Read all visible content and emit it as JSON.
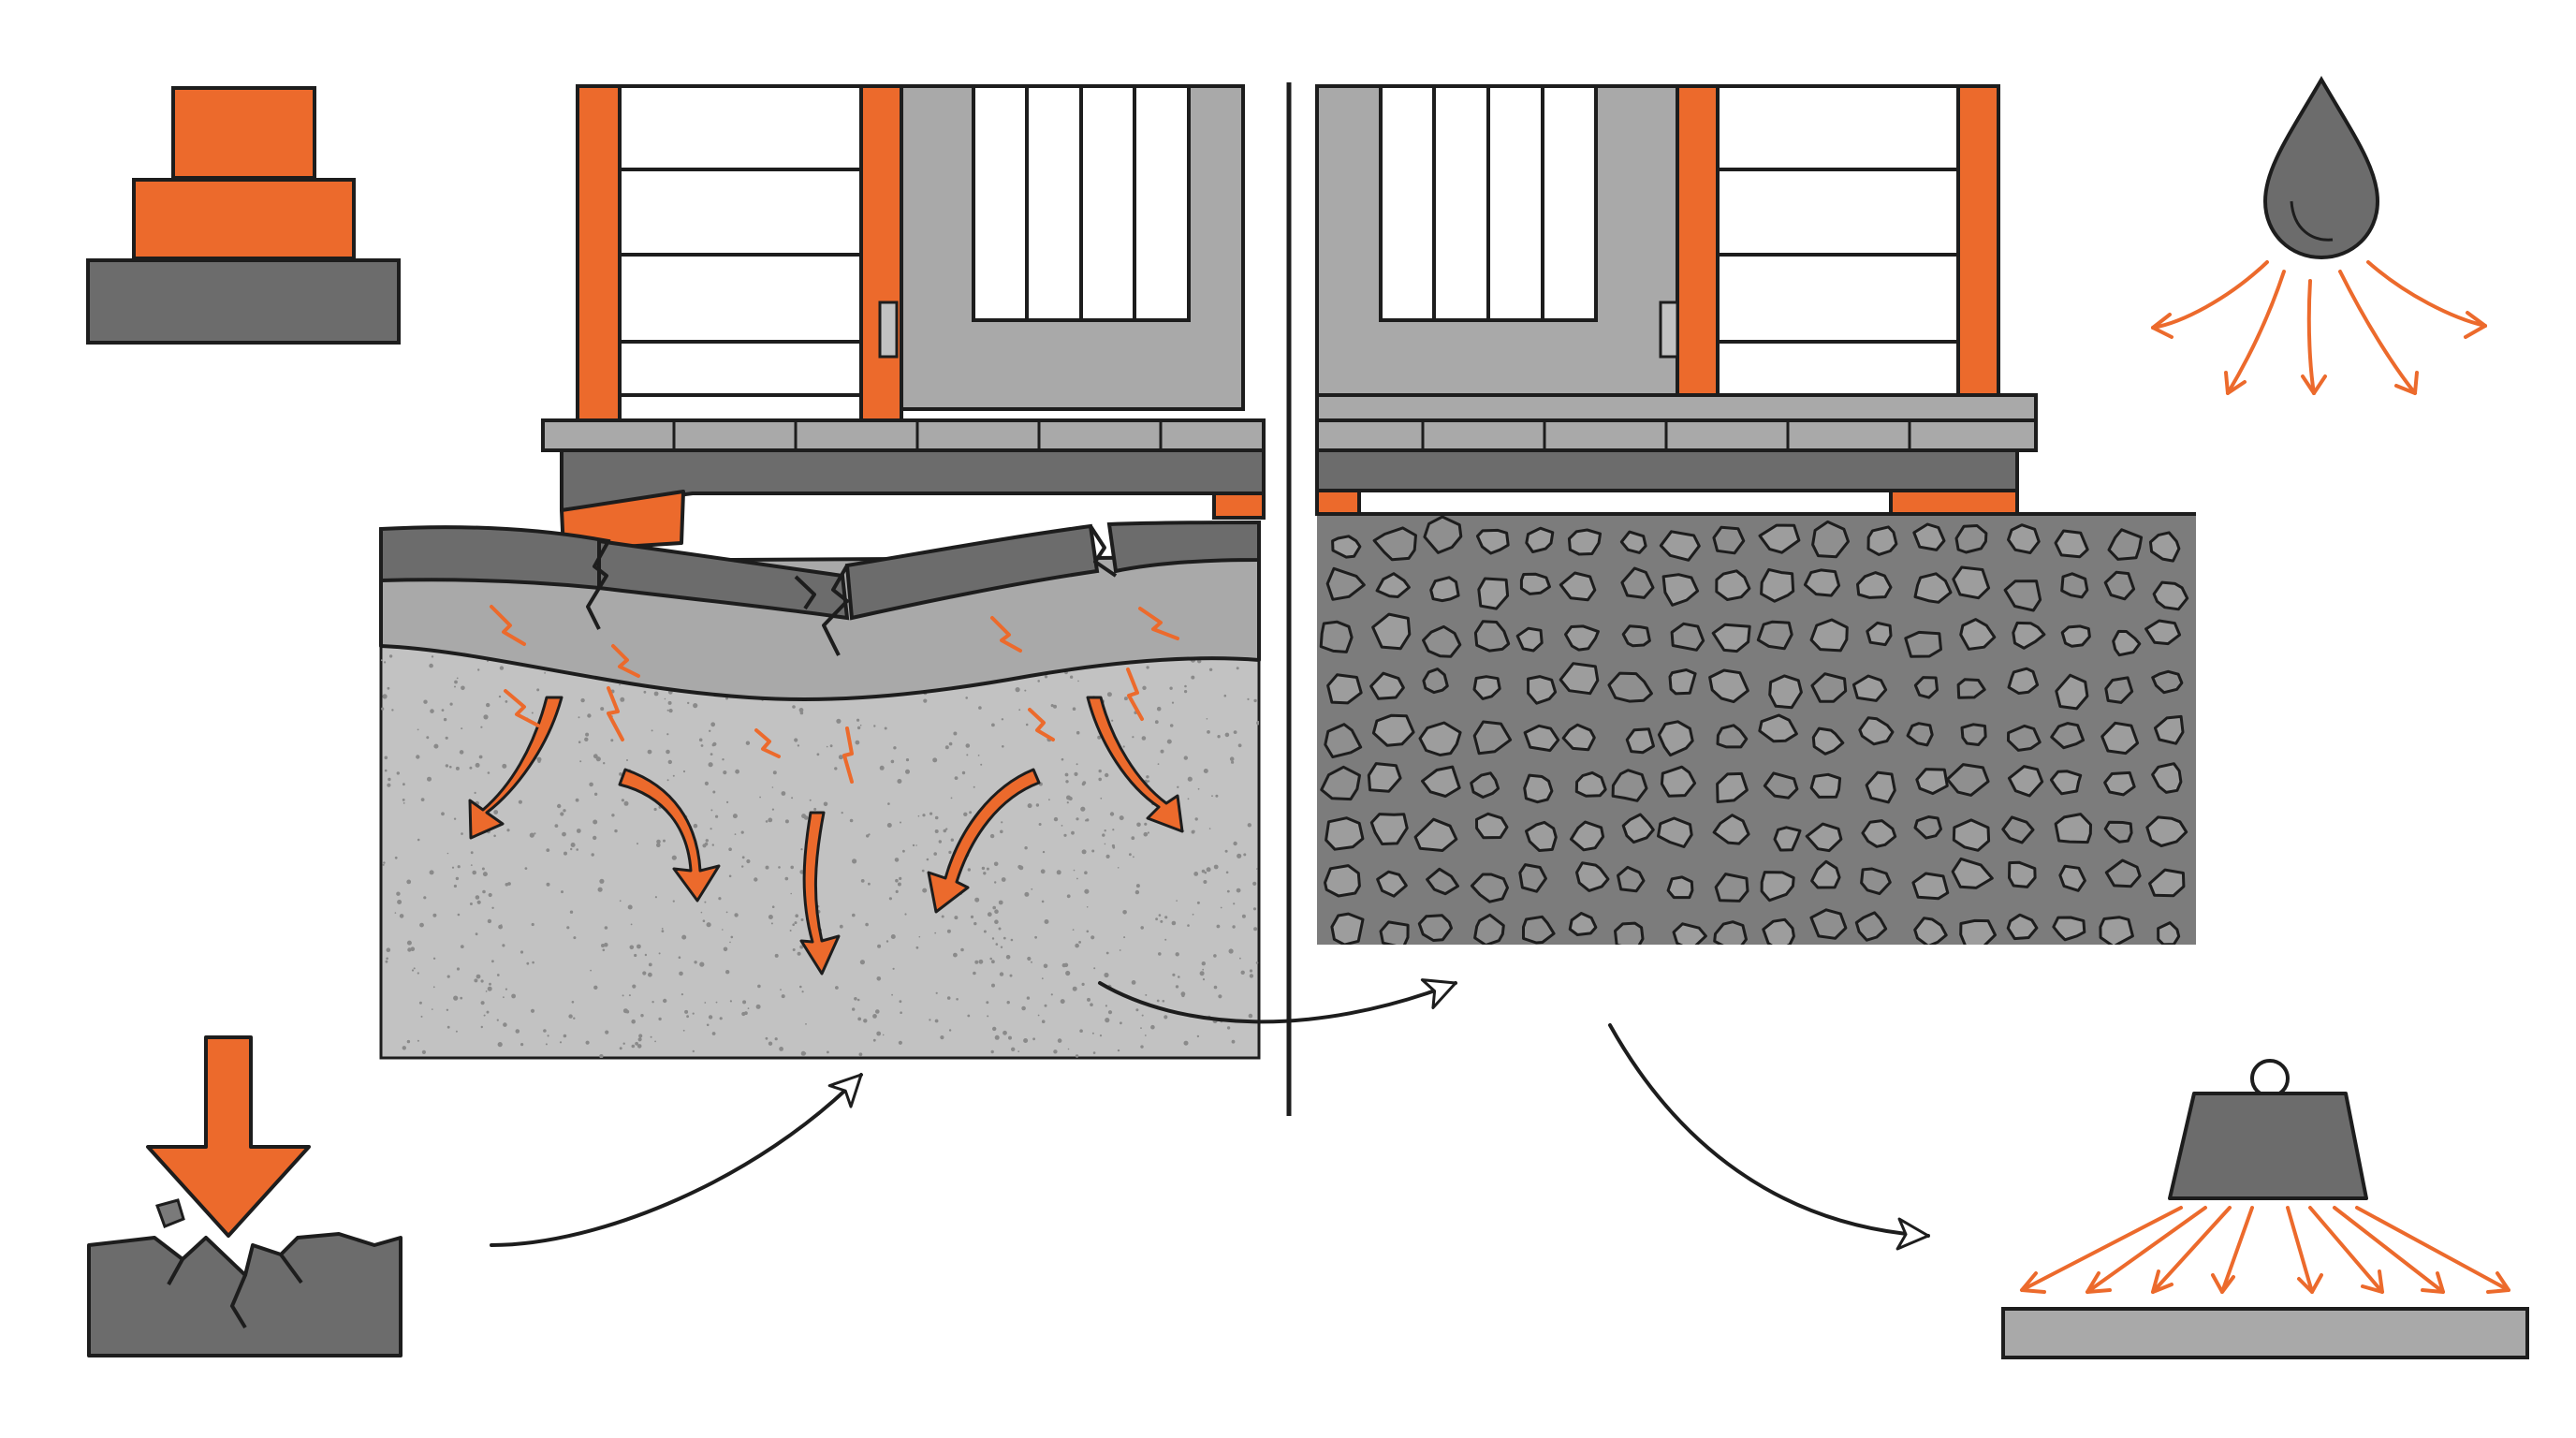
{
  "diagram": {
    "palette": {
      "accent": "#ec6a2c",
      "dark_gray": "#6c6c6c",
      "mid_gray": "#a9a9a9",
      "light_gray": "#c2c2c2",
      "soil": "#b9b9b9",
      "gravel_bed": "#7c7c7c",
      "stone": "#9d9d9d",
      "panel_white": "#ffffff",
      "ink": "#1d1d1d"
    },
    "panels": [
      {
        "id": "left-panel",
        "state": "settling foundation on uncompacted soil",
        "icons": [
          "soil-arrow-icon",
          "crack-bolt-icon"
        ]
      },
      {
        "id": "right-panel",
        "state": "level foundation on compacted gravel base",
        "icons": [
          "gravel-stone-icon"
        ]
      }
    ],
    "corner_icons": [
      {
        "id": "stacked-base-icon",
        "position": "top-left"
      },
      {
        "id": "water-drop-drainage-icon",
        "position": "top-right"
      },
      {
        "id": "impact-crack-icon",
        "position": "bottom-left"
      },
      {
        "id": "weight-distribution-icon",
        "position": "bottom-right"
      }
    ],
    "connectors": [
      {
        "id": "impact-to-soil-arrow",
        "from": "impact-crack-icon",
        "to": "left-panel"
      },
      {
        "id": "soil-to-gravel-arrow",
        "from": "left-panel",
        "to": "right-panel"
      },
      {
        "id": "gravel-to-weight-arrow",
        "from": "right-panel",
        "to": "weight-distribution-icon"
      }
    ]
  }
}
